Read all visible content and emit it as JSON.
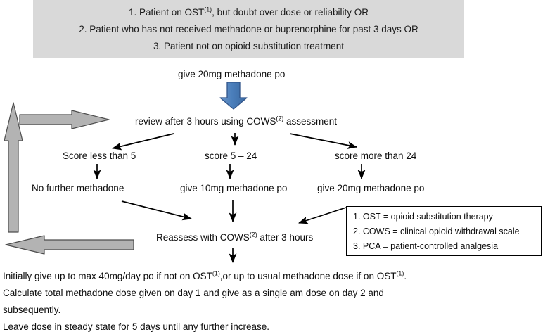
{
  "header": {
    "lines": [
      "1. Patient on OST(1), but doubt over dose or reliability OR",
      "2. Patient who has not received methadone or buprenorphine for past 3 days OR",
      "3. Patient not on opioid substitution treatment"
    ],
    "line1_pre": "1. Patient on OST",
    "line1_sup": "(1)",
    "line1_post": ", but doubt over dose or reliability OR",
    "line2": "2. Patient who has not received methadone or buprenorphine for past 3 days OR",
    "line3": "3. Patient not on opioid substitution treatment",
    "background": "#d9d9d9"
  },
  "nodes": {
    "give_20_top": "give 20mg methadone po",
    "review_pre": "review after 3 hours using COWS",
    "review_sup": "(2)",
    "review_post": " assessment",
    "score_low": "Score less than 5",
    "score_mid": "score 5 – 24",
    "score_high": "score more than 24",
    "no_further": "No further methadone",
    "give_10": "give 10mg methadone po",
    "give_20_bottom": "give 20mg methadone po",
    "reassess_pre": "Reassess with COWS",
    "reassess_sup": "(2)",
    "reassess_post": " after 3 hours"
  },
  "legend": {
    "items": [
      "1. OST = opioid substitution therapy",
      "2. COWS = clinical opioid withdrawal scale",
      "3. PCA  = patient-controlled analgesia"
    ],
    "item1": "1. OST = opioid substitution therapy",
    "item2": "2. COWS = clinical opioid withdrawal scale",
    "item3": "3. PCA  = patient-controlled analgesia"
  },
  "footer": {
    "line1_a": "Initially give up to max 40mg/day po if not on OST",
    "line1_sup1": "(1)",
    "line1_b": ",or up to usual methadone dose if on OST",
    "line1_sup2": "(1)",
    "line1_c": ".",
    "line2": "Calculate total methadone dose given on day 1 and give as a single am dose on day 2 and",
    "line3": "subsequently.",
    "line4": "Leave dose in steady state for 5 days until any further increase."
  },
  "colors": {
    "header_fill": "#d9d9d9",
    "blue_arrow_fill": "#4a7ebb",
    "blue_arrow_stroke": "#31558a",
    "grey_arrow_fill": "#b3b3b3",
    "grey_arrow_stroke": "#4d4d4d",
    "connector_stroke": "#000000",
    "text_color": "#0d0d0d"
  },
  "flow_arrows": {
    "main_blue_down": "give 20mg methadone po -> review after 3 hours",
    "branch_left": "review -> Score less than 5",
    "branch_mid": "review -> score 5 - 24",
    "branch_right": "review -> score more than 24",
    "low_down": "Score less than 5 -> No further methadone",
    "mid_down": "score 5 - 24 -> give 10mg methadone po",
    "high_down": "score more than 24 -> give 20mg methadone po",
    "left_to_reassess": "No further methadone -> Reassess with COWS",
    "mid_to_reassess": "give 10mg methadone po -> Reassess with COWS",
    "right_to_reassess": "give 20mg methadone po -> Reassess with COWS",
    "reassess_down": "Reassess with COWS -> footer guidance",
    "feedback_loop": "Reassess with COWS -> back to review after 3 hours"
  }
}
